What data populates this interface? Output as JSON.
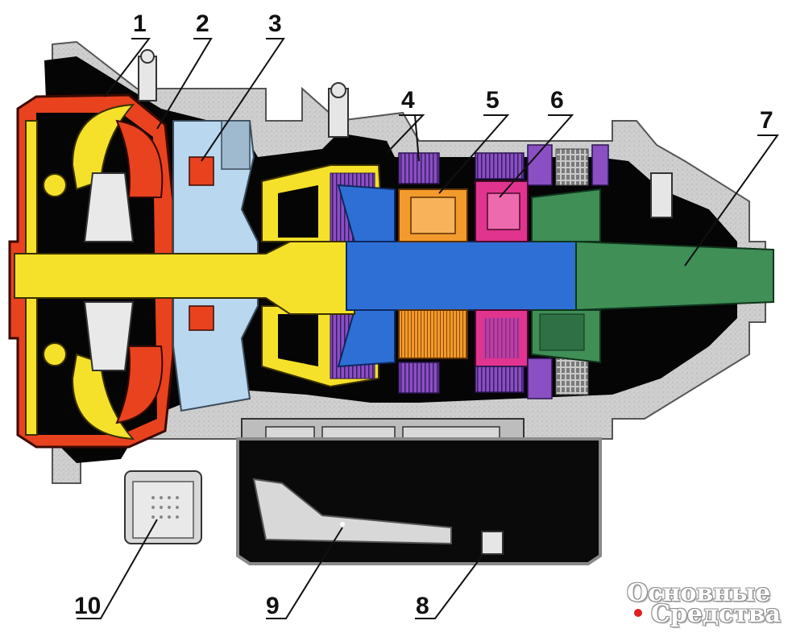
{
  "figure": {
    "callouts": [
      {
        "id": "1",
        "label": "1"
      },
      {
        "id": "2",
        "label": "2"
      },
      {
        "id": "3",
        "label": "3"
      },
      {
        "id": "4",
        "label": "4"
      },
      {
        "id": "5",
        "label": "5"
      },
      {
        "id": "6",
        "label": "6"
      },
      {
        "id": "7",
        "label": "7"
      },
      {
        "id": "8",
        "label": "8"
      },
      {
        "id": "9",
        "label": "9"
      },
      {
        "id": "10",
        "label": "10"
      }
    ],
    "component_colors": {
      "torque_converter": "#e8421f",
      "input_shaft": "#f5e12a",
      "pump_housing": "#b9d7ee",
      "intermediate_shaft": "#2e6fd6",
      "planetary_set_1": "#f39a2c",
      "planetary_set_2": "#e0348f",
      "clutch_packs": "#8a4fc2",
      "output_shaft": "#3f8f57",
      "casing": "#cfcfcf",
      "internal_void": "#050505"
    }
  },
  "watermark": {
    "line1": "Основные",
    "line2": "Средства",
    "dot_color": "#e02020"
  }
}
